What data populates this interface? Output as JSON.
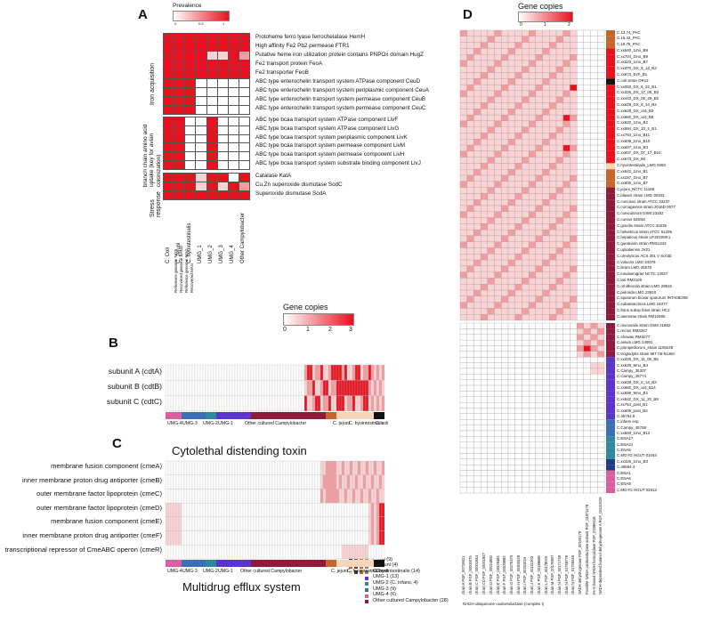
{
  "panels": {
    "a": "A",
    "b": "B",
    "c": "C",
    "d": "D"
  },
  "colors": {
    "full": "#e8111e",
    "mid": "#f39c9f",
    "light": "#fbd3d4",
    "none": "#ffffff"
  },
  "panel_a": {
    "legend_title": "Prevalence",
    "legend_ticks": [
      "0",
      "0.5",
      "1"
    ],
    "group_labels": {
      "iron": "Iron acquisition",
      "bcaa": "branch chain amino acid uptake (key for avian colonization)",
      "stress": "Stress response"
    },
    "columns": [
      "C. Coli",
      "C. Jejuni",
      "C. hyointestinalis",
      "UMG_1",
      "UMG_2",
      "UMG_3",
      "UMG_4",
      "Other Campylobacter"
    ],
    "rows": [
      "Protoheme ferro lyase ferrochelatase HemH",
      "High affinity Fe2 Pb2 permease FTR1",
      "Putative heme iron utilization protein contains PNPOx domain HugZ",
      "Fe2 transport protein FeoA",
      "Fe2 transporter FeoB",
      "ABC type enterochelin transport system ATPase component CeuD",
      "ABC type enterochelin transport system periplasmic component CeuA",
      "ABC type enterochelin transport system permease component CeuB",
      "ABC type enterochelin transport system permease component CeuC",
      "ABC type bcaa transport system ATPase component LivF",
      "ABC type bcaa transport system ATPase component LivG",
      "ABC type bcaa transport system periplasmic component LivK",
      "ABC type bcaa transport system permease component LivM",
      "ABC type bcaa transport system permease component LivH",
      "ABC type bcaa transport system substrate binding component LivJ",
      "Catalase KatA",
      "Cu,Zn superoxide dismutase SodC",
      "Superoxide dismutase SodA"
    ]
  },
  "panel_b": {
    "legend_title": "Gene copies",
    "legend_ticks": [
      "0",
      "1",
      "2",
      "3"
    ],
    "group_legend_headers": [
      "Reference genome NGS",
      "Recovered genome BANG",
      "Reference genome MAG",
      "Recovered MAG"
    ],
    "group_legend": [
      "C.coli (9)",
      "C. jejuni (4)",
      "C. hyointestinalis (14)",
      "UMG-1 (13)",
      "UMG-2 (C. infans, 4)",
      "UMG-3 (9)",
      "UMG-4 (6)",
      "Other cultured Campylobacter (28)"
    ],
    "rows": [
      "subunit A (cdtA)",
      "subunit B (cdtB)",
      "subunit C (cdtC)"
    ],
    "bottom_labels": [
      "UMG-4",
      "UMG-3",
      "UMG-2",
      "UMG-1",
      "Other cultured Campylobacter",
      "C. jejuni",
      "C. hyointestinalis",
      "C. coli"
    ],
    "title": "Cytolethal distending toxin"
  },
  "panel_c": {
    "rows": [
      "membrane fusion component (cmeA)",
      "inner membrane proton drug antiporter (cmeB)",
      "outer membrane factor lipoprotein (cmeC)",
      "outer membrane factor lipoprotein (cmeD)",
      "membrane fusion component (cmeE)",
      "inner membrane proton drug antiporter (cmeF)",
      "transcriptional repressor of CmeABC operon (cmeR)"
    ],
    "bottom_labels": [
      "UMG-4",
      "UMG-3",
      "UMG-2",
      "UMG-1",
      "Other cultured Campylobacter",
      "C. jejuni",
      "C. hyointestinalis",
      "C. coli"
    ],
    "title": "Multidrug efflux system"
  },
  "panel_d": {
    "legend_title": "Gene copies",
    "legend_ticks": [
      "0",
      "1",
      "2"
    ],
    "columns": [
      "chain A PGF_00715921",
      "chain B PGF_00000075",
      "chain C PGF_00001944",
      "chain CD PGF_00001947",
      "chain D PGF_00024882",
      "chain E PGF_00029484",
      "chain F PGF_00029892",
      "chain G PGF_00276470",
      "chain H PGF_00300529",
      "chain I PGF_00201615",
      "chain J PGF_00161303",
      "chain K PGF_00199688",
      "chain L PGF_00178020",
      "chain M PGF_00176907",
      "chain N PGF_00171738",
      "chain N PGF_01759778",
      "chain N PGF_01759318",
      "NADH dehydrogenase PGF_00100179",
      "Possible NADH oxidoreductase subunit PGF_01971179",
      "Fe-S hased NADH formoxidase PGF_02096618",
      "NADH dependent butanol dehydrogenase A PGF_04133026"
    ],
    "xlabel": "NADH ubiquinone oxidoreductase (complex I)",
    "rows_top": [
      "C.13.74_PAC",
      "C.16.43_PAC",
      "C.18.75_PAC",
      "C.xx640_1mo_B9",
      "C.xx704_1mo_B9",
      "C.xx323_1mo_B7",
      "C.xx370_DX_6_13_B3",
      "C.xx573_ExF_B1",
      "C.coli strain OR12",
      "C.xx093_DX_6_22_B1",
      "C.xx326_DX_17_06_B3",
      "C.xx443_DX_06_29_B2",
      "C.xx528_DX_6_14_B2",
      "C.xx628_DX_ord_B3",
      "C.xx660_DX_ord_B5",
      "C.xx620_1mo_B2",
      "C.xx694_DX_10_2_B1",
      "C.xx764_1mo_B11",
      "C.xx606_1mo_B10",
      "C.xx507_1mo_B3",
      "C.xx507_DX_07_17_B10",
      "C.xx573_DX_B4",
      "C.hyointestinalis_LMG 9260",
      "C.xx642_1mo_B1",
      "C.xx197_1mo_B7",
      "C.xx606_1mo_B7",
      "C.jejuni_NCTC 11168",
      "C.blaseri strain LMG 30333",
      "C.concisus strain ATCC 33237",
      "C.corcagiensis strain 2016D 0077",
      "C.cuniculorum DSM 23162",
      "C.curvus 525/92",
      "C.gracilis strain ATCC 33236",
      "C.helveticus strain ATCC 51209",
      "C.hepaticus strain UF2019SK1",
      "C.gueanium strain RM11343",
      "C.upsaliensis JV21",
      "C.ureolyticus ACS 301 V Sch3b",
      "C.volucris LMG 24379",
      "C.iliram LMG 25570",
      "C.insulaenigrae NCTC 12927",
      "C.lari RM2100",
      "C.ornithocola strain LMG 29815",
      "C.pelorida LMG 23910",
      "C.sputorum biovar sputorum INTA08/209",
      "C.subantarcticus LMG 24377",
      "C.fetus subsp fetus strain HC2",
      "C.taxensae strain RM10695"
    ],
    "rows_bottom": [
      "C.mucosalis strain DSM 21682",
      "C.rectus RM3267",
      "C.showae RM3277",
      "C.avium LMG 24591",
      "C.pinnipediorum_strain 1105248",
      "C.troglodytis strain MIT 05-9149A",
      "C.xx326_DX_11_06_B5",
      "C.xx529_9mo_B4",
      "C.Campy_35307",
      "C.Campy_45774",
      "C.xx528_DX_6_14_B3",
      "C.xx660_DX_ord_B14",
      "C.xx599_9mo_B2",
      "C.xx642_DX_11_20_B8",
      "C.xx764_post_B1",
      "C.xx606_post_B2",
      "C.45761.8",
      "C.infans exp",
      "C.Campy_45768",
      "C.xx660_1mo_B12",
      "C.ENA17",
      "C.ENA21",
      "C.ENA5",
      "C.MGYG HGUT 01044",
      "C.xx326_1mo_B3",
      "C.45684.4",
      "C.ENA1",
      "C.ENA6",
      "C.ENA9",
      "C.MGYG HGUT 02813"
    ]
  }
}
